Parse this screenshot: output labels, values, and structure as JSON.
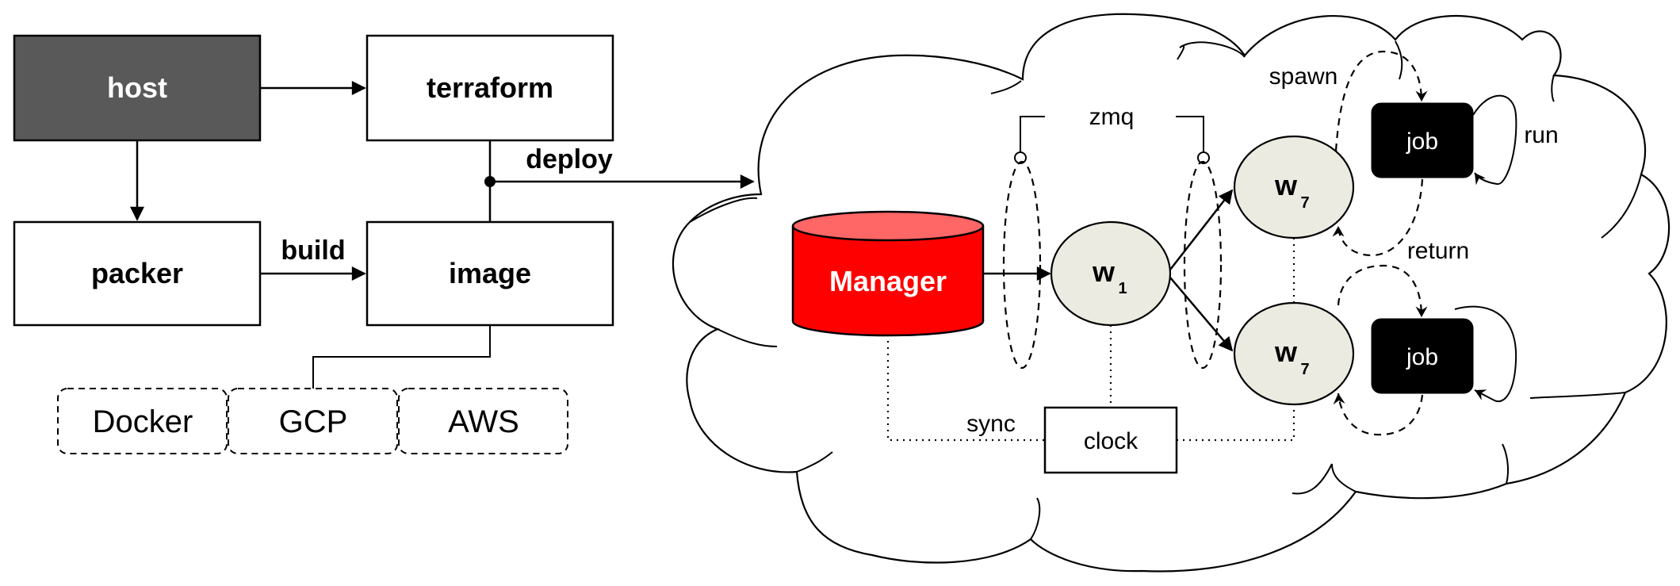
{
  "nodes": {
    "host": "host",
    "terraform": "terraform",
    "packer": "packer",
    "image": "image",
    "docker": "Docker",
    "gcp": "GCP",
    "aws": "AWS",
    "manager": "Manager",
    "w1_letter": "w",
    "w1_sub": "1",
    "w7a_letter": "w",
    "w7a_sub": "7",
    "w7b_letter": "w",
    "w7b_sub": "7",
    "job_top": "job",
    "job_bottom": "job",
    "clock": "clock"
  },
  "edges": {
    "build": "build",
    "deploy": "deploy",
    "zmq": "zmq",
    "spawn": "spawn",
    "run": "run",
    "return": "return",
    "sync": "sync"
  },
  "colors": {
    "host_fill": "#595959",
    "manager_fill": "#ff0000",
    "manager_top": "#ff6666",
    "worker_fill": "#ecebe2",
    "job_fill": "#000000"
  }
}
